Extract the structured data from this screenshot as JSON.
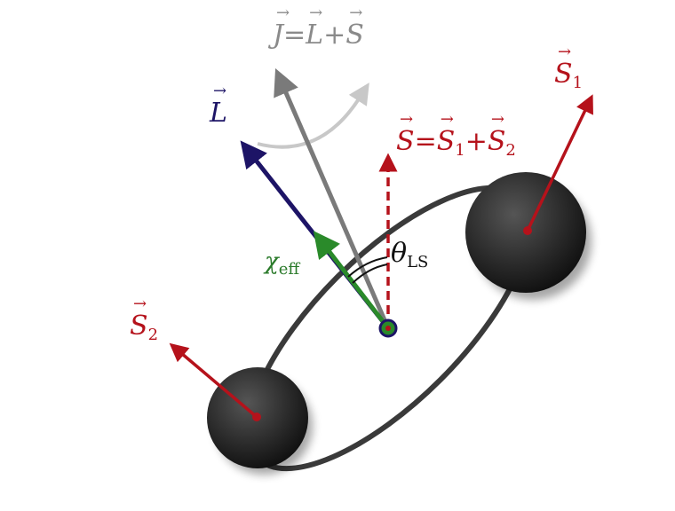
{
  "labels": {
    "J": {
      "lhs": "J",
      "eq": "=",
      "a": "L",
      "plus": "+",
      "b": "S"
    },
    "L": "L",
    "S": {
      "lhs": "S",
      "eq": "=",
      "a": "S",
      "a_sub": "1",
      "plus": "+",
      "b": "S",
      "b_sub": "2"
    },
    "S1": {
      "main": "S",
      "sub": "1"
    },
    "S2": {
      "main": "S",
      "sub": "2"
    },
    "chi": {
      "main": "χ",
      "sub": "eff"
    },
    "theta": {
      "main": "θ",
      "sub": "LS"
    }
  },
  "colors": {
    "red": "#b5121b",
    "navy": "#1d1466",
    "grey": "#7a7a7a",
    "light_grey": "#c8c8c8",
    "green": "#2a7a2a",
    "sphere": "#2b2b2b"
  }
}
